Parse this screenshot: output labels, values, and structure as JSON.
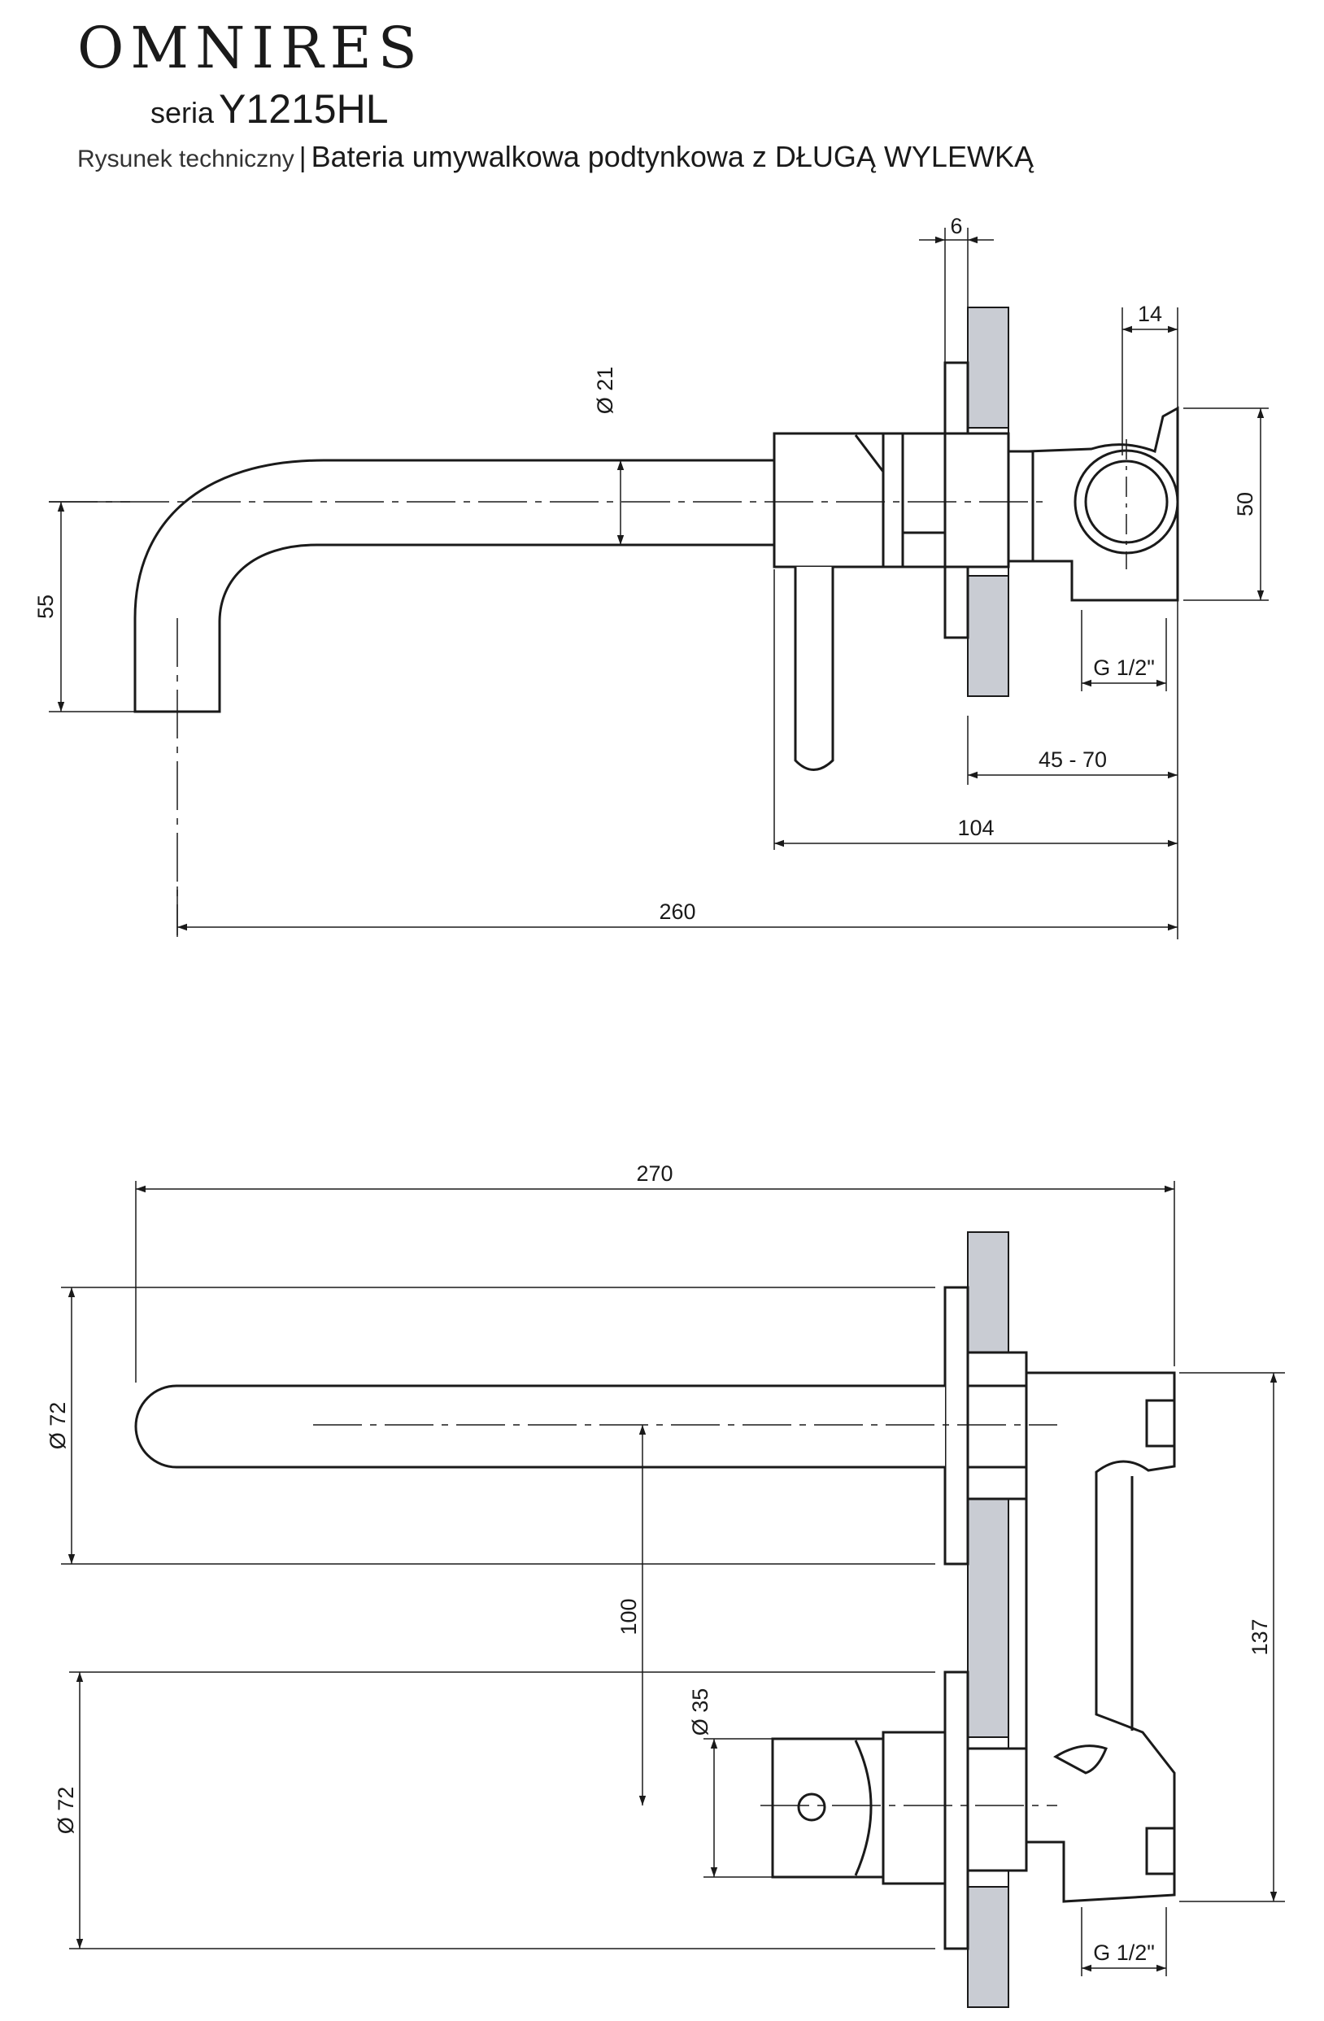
{
  "header": {
    "brand": "OMNIRES",
    "series_prefix": "seria",
    "series_model": "Y1215HL",
    "subtitle_a": "Rysunek techniczny",
    "subtitle_sep": "|",
    "subtitle_b": "Bateria umywalkowa podtynkowa z DŁUGĄ WYLEWKĄ"
  },
  "side_view": {
    "dim_wall_plate": "6",
    "dim_conn_depth": "14",
    "dim_spout_diameter": "Ø 21",
    "dim_body_height": "50",
    "dim_spout_drop": "55",
    "dim_thread": "G 1/2\"",
    "dim_install_depth": "45 - 70",
    "dim_handle_depth": "104",
    "dim_total_reach": "260"
  },
  "top_view": {
    "dim_total_length": "270",
    "dim_plate_top": "Ø 72",
    "dim_axis_spacing": "100",
    "dim_handle_diameter": "Ø 35",
    "dim_plate_bottom": "Ø 72",
    "dim_body_length": "137",
    "dim_thread": "G 1/2\""
  },
  "colors": {
    "line": "#1a1a1a",
    "wall": "#c9ccd3"
  }
}
